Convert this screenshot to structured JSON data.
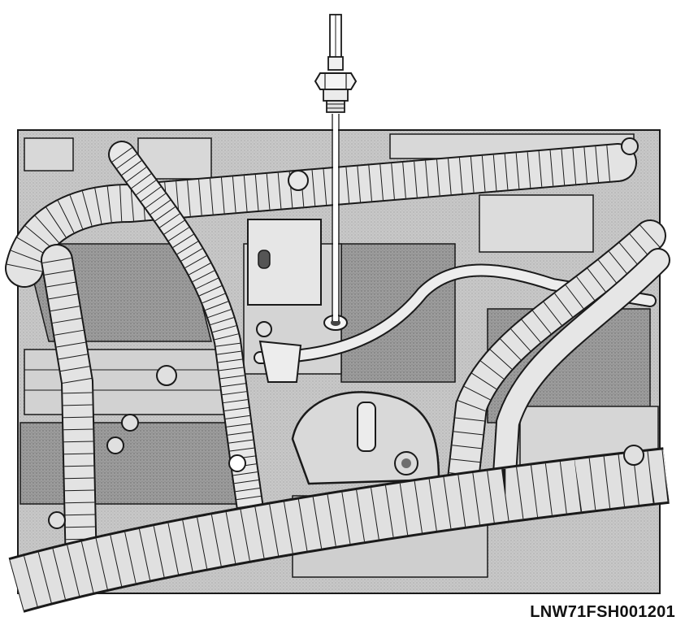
{
  "figure": {
    "reference_code": "LNW71FSH001201"
  },
  "palette": {
    "line": "#1a1a1a",
    "engine_fill": "#cfcfcf",
    "shadow_fill": "#8f8f8f",
    "harness_fill": "#e3e3e3",
    "highlight_fill": "#f2f2f2",
    "background": "#ffffff"
  },
  "parts": [
    {
      "name": "sensor-wire-lead",
      "icon": "wire-lead-icon"
    },
    {
      "name": "temperature-sensor",
      "icon": "hex-sensor-icon"
    },
    {
      "name": "installation-guide-line",
      "icon": "dashed-guide-line"
    },
    {
      "name": "sensor-mounting-hole",
      "icon": "hole-icon"
    },
    {
      "name": "wiring-harness",
      "icon": "corrugated-tube-icon"
    },
    {
      "name": "harness-clip",
      "icon": "clip-icon"
    },
    {
      "name": "elbow-coolant-pipe",
      "icon": "elbow-pipe-icon"
    },
    {
      "name": "mounting-bolt",
      "icon": "bolt-icon"
    }
  ]
}
